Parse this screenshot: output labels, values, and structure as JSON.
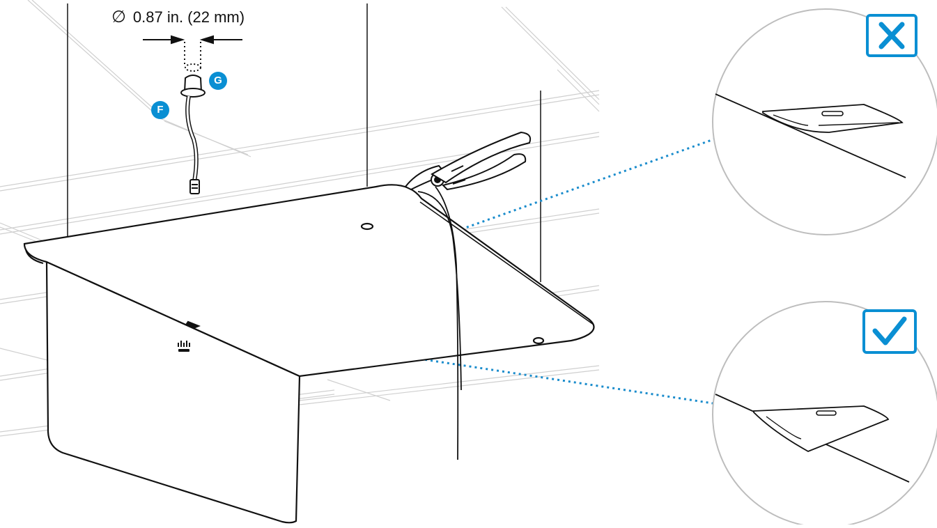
{
  "dimension": {
    "symbol": "∅",
    "text": "0.87 in. (22 mm)"
  },
  "callouts": [
    {
      "id": "F",
      "label": "F"
    },
    {
      "id": "G",
      "label": "G"
    }
  ],
  "indicators": {
    "incorrect_icon": "x-icon",
    "correct_icon": "checkmark-icon"
  },
  "colors": {
    "accent": "#0a8fd3",
    "line": "#111111",
    "grid": "#c8c8c8",
    "dotted_leader": "#1a8ccc"
  }
}
